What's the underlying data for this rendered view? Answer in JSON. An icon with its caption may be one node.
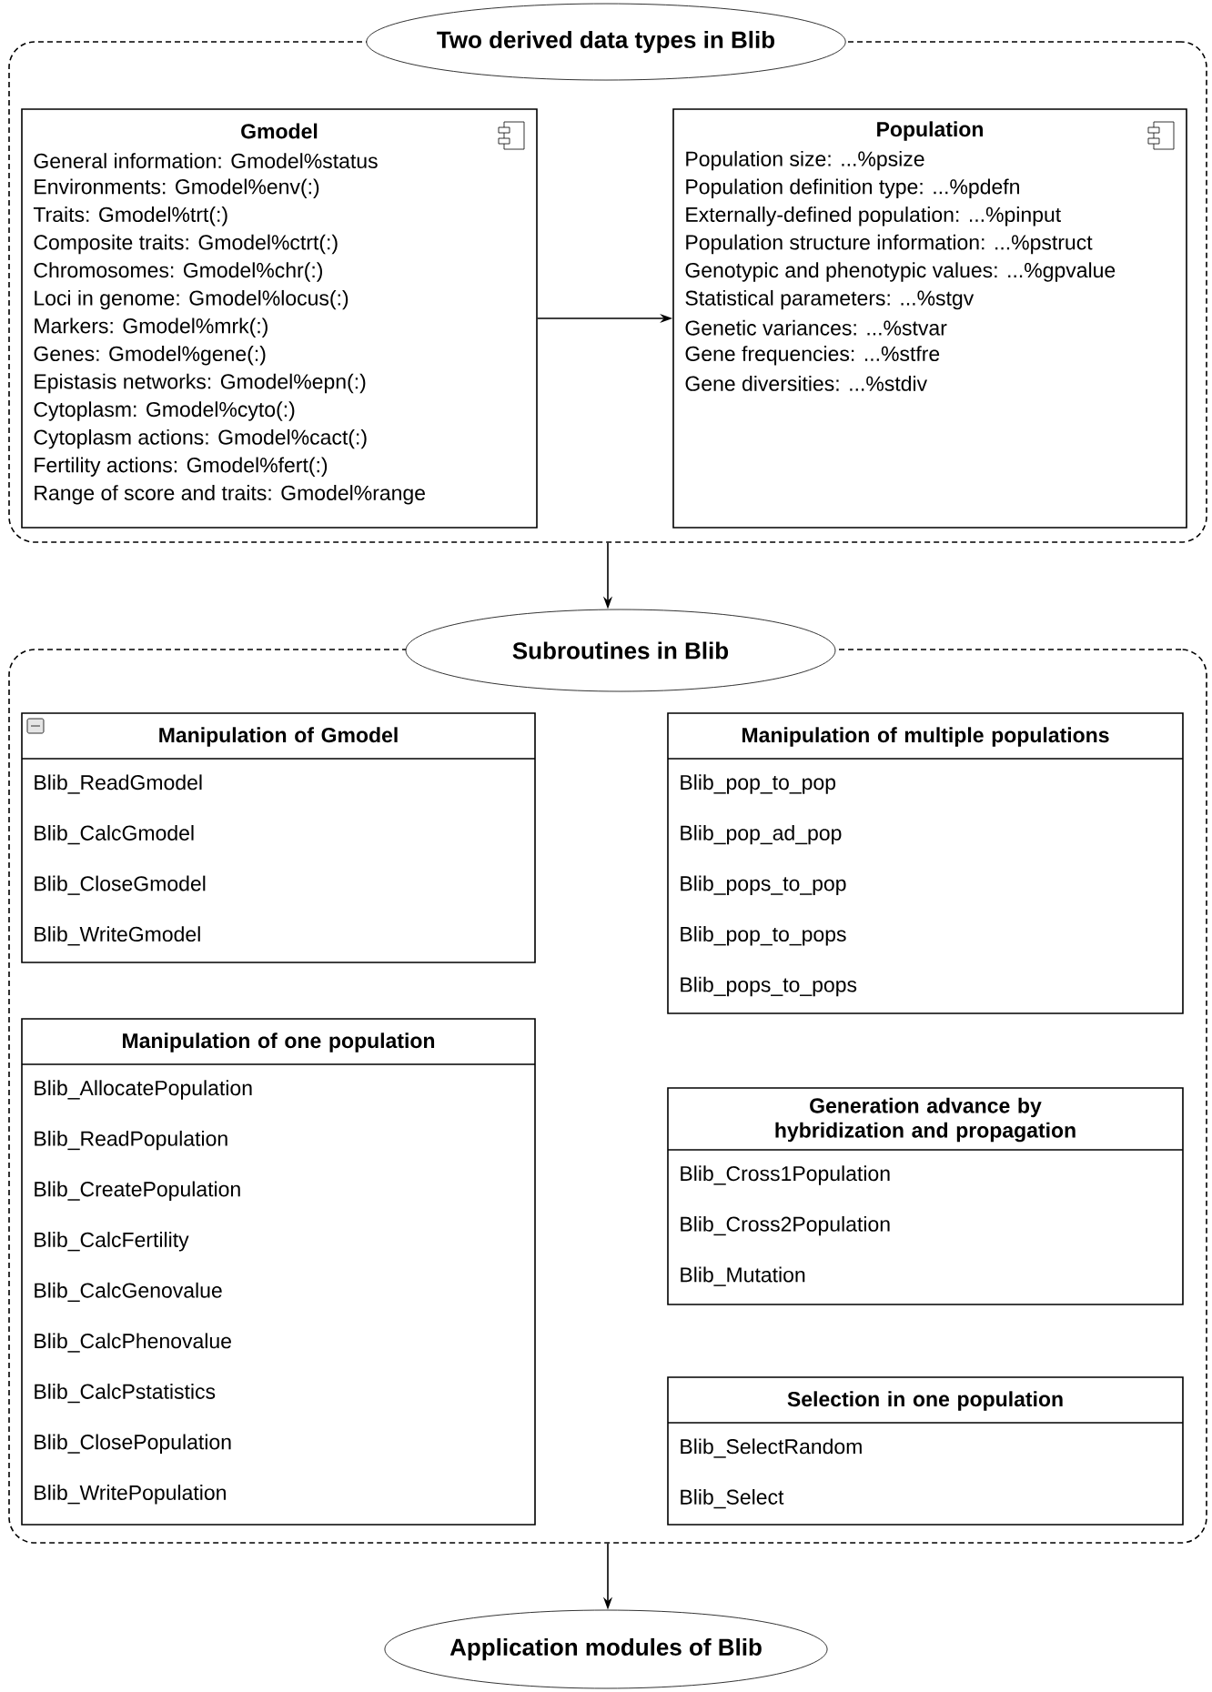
{
  "diagram": {
    "nodes": [
      {
        "text": [],
        "shape": "box"
      },
      {
        "text": [
          "Two derived data types in Blib"
        ]
      },
      {
        "text": [
          "Gmodel",
          "General information: Gmodel%status",
          "Environments: Gmodel%env(:)",
          "Traits: Gmodel%trt(:)",
          "Composite traits: Gmodel%ctrt(:)",
          "Chromosomes: Gmodel%chr(:)",
          "Loci in genome: Gmodel%locus(:)",
          "Markers: Gmodel%mrk(:)",
          "Genes: Gmodel%gene(:)",
          "Epistasis networks: Gmodel%epn(:)",
          "Cytoplasm: Gmodel%cyto(:)",
          "Cytoplasm actions: Gmodel%cact(:)",
          "Fertility actions: Gmodel%fert(:)",
          "Range of score and traits: Gmodel%range"
        ],
        "in": 0
      },
      {
        "text": [
          "Population",
          "Population size: ...%psize",
          "Population definition type: ...%pdefn",
          "Externally-defined population: ...%pinput",
          "Population structure information: ...%pstruct",
          "Genotypic and phenotypic values: ...%gpvalue",
          "Statistical parameters: ...%stgv",
          "Genetic variances: ...%stvar",
          "Gene frequencies: ...%stfre",
          "Gene diversities: ...%stdiv"
        ],
        "in": 0
      },
      {
        "text": [],
        "shape": "box"
      },
      {
        "text": [
          "Subroutines in Blib"
        ]
      },
      {
        "text": [
          "Manipulation of Gmodel",
          "Blib_ReadGmodel",
          "Blib_CalcGmodel",
          "Blib_CloseGmodel",
          "Blib_WriteGmodel"
        ],
        "in": 4
      },
      {
        "text": [
          "Manipulation of multiple populations",
          "Blib_pop_to_pop",
          "Blib_pop_ad_pop",
          "Blib_pops_to_pop",
          "Blib_pop_to_pops",
          "Blib_pops_to_pops"
        ],
        "in": 4
      },
      {
        "text": [
          "Manipulation of one population",
          "Blib_AllocatePopulation",
          "Blib_ReadPopulation",
          "Blib_CreatePopulation",
          "Blib_CalcFertility",
          "Blib_CalcGenovalue",
          "Blib_CalcPhenovalue",
          "Blib_CalcPstatistics",
          "Blib_ClosePopulation",
          "Blib_WritePopulation"
        ],
        "in": 4
      },
      {
        "text": [
          "Generation advance by hybridization and propagation",
          "Blib_Cross1Population",
          "Blib_Cross2Population",
          "Blib_Mutation"
        ],
        "in": 4
      },
      {
        "text": [
          "Selection in one population",
          "Blib_SelectRandom",
          "Blib_Select"
        ],
        "in": 4
      },
      {
        "text": [
          "Application modules of Blib"
        ]
      }
    ],
    "edges": [
      {
        "from": 2,
        "to": 3,
        "arrow": "to"
      },
      {
        "from": 0,
        "to": 5,
        "arrow": "to"
      },
      {
        "from": 4,
        "to": 11,
        "arrow": "to"
      }
    ]
  }
}
